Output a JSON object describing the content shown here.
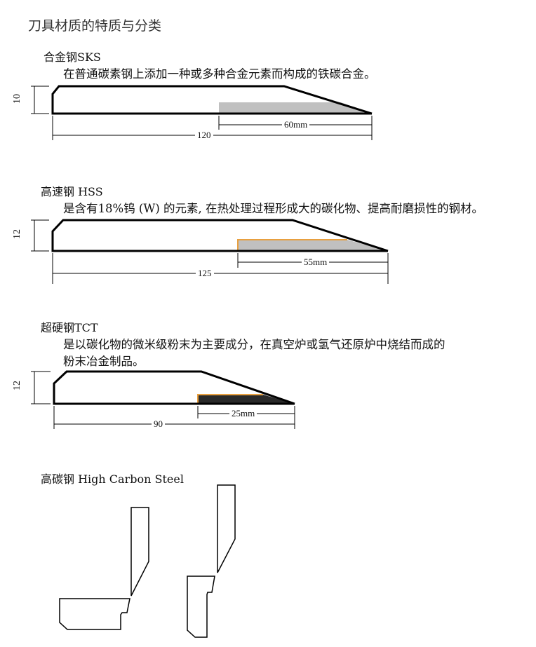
{
  "title": "刀具材质的特质与分类",
  "sections": [
    {
      "name": "合金钢SKS",
      "desc": [
        "在普通碳素钢上添加一种或多种合金元素而构成的铁碳合金。"
      ],
      "height": "10",
      "length": "120",
      "tip": "60mm"
    },
    {
      "name": "高速钢 HSS",
      "desc": [
        "是含有18%钨 (W) 的元素, 在热处理过程形成大的碳化物、提高耐磨损性的钢材。"
      ],
      "height": "12",
      "length": "125",
      "tip": "55mm"
    },
    {
      "name": "超硬钢TCT",
      "desc": [
        "是以碳化物的微米级粉末为主要成分，在真空炉或氢气还原炉中烧结而成的",
        "粉末冶金制品。"
      ],
      "height": "12",
      "length": "90",
      "tip": "25mm"
    },
    {
      "name": "高碳钢 High Carbon Steel"
    }
  ],
  "colors": {
    "tip_gray": "#c0c0c0",
    "tip_dark": "#2a2a2a",
    "outline_orange": "#e8a040"
  }
}
